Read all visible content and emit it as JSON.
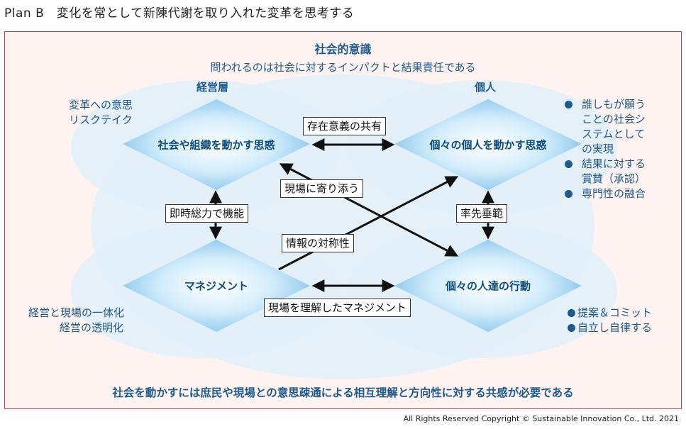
{
  "page_title": "Plan B　変化を常として新陳代謝を取り入れた変革を思考する",
  "header": {
    "title": "社会的意識",
    "subtitle": "問われるのは社会に対するインパクトと結果責任である"
  },
  "columns": {
    "left": "経営層",
    "right": "個人"
  },
  "diamonds": {
    "top_left": "社会や組織を動かす思惑",
    "top_right": "個々の個人を動かす思惑",
    "bottom_left": "マネジメント",
    "bottom_right": "個々の人達の行動"
  },
  "connectors": {
    "top": "存在意義の共有",
    "left": "即時総力で機能",
    "right": "率先垂範",
    "bottom": "現場を理解したマネジメント",
    "diag_down": "現場に寄り添う",
    "diag_up": "情報の対称性"
  },
  "left_top_notes": [
    "変革への意思",
    "リスクテイク"
  ],
  "left_bottom_notes": [
    "経営と現場の一体化",
    "経営の透明化"
  ],
  "right_top_bullets": [
    [
      "誰しもが願う",
      "ことの社会シ",
      "ステムとして",
      "の実現"
    ],
    [
      "結果に対する",
      "賞賛（承認）"
    ],
    [
      "専門性の融合"
    ]
  ],
  "right_bottom_bullets": [
    "提案＆コミット",
    "自立し自律する"
  ],
  "footer": "社会を動かすには庶民や現場との意思疎通による相互理解と方向性に対する共感が必要である",
  "copyright": "All Rights Reserved Copyright © Sustainable Innovation Co., Ltd.  2021",
  "colors": {
    "frame_border": "#b04848",
    "frame_fill": "#fff3f2",
    "text_blue": "#1f5a8a",
    "ellipse_fill": "#e3f0fa",
    "diamond_center": "#ffffff",
    "diamond_edge": "#8cc8ee"
  }
}
